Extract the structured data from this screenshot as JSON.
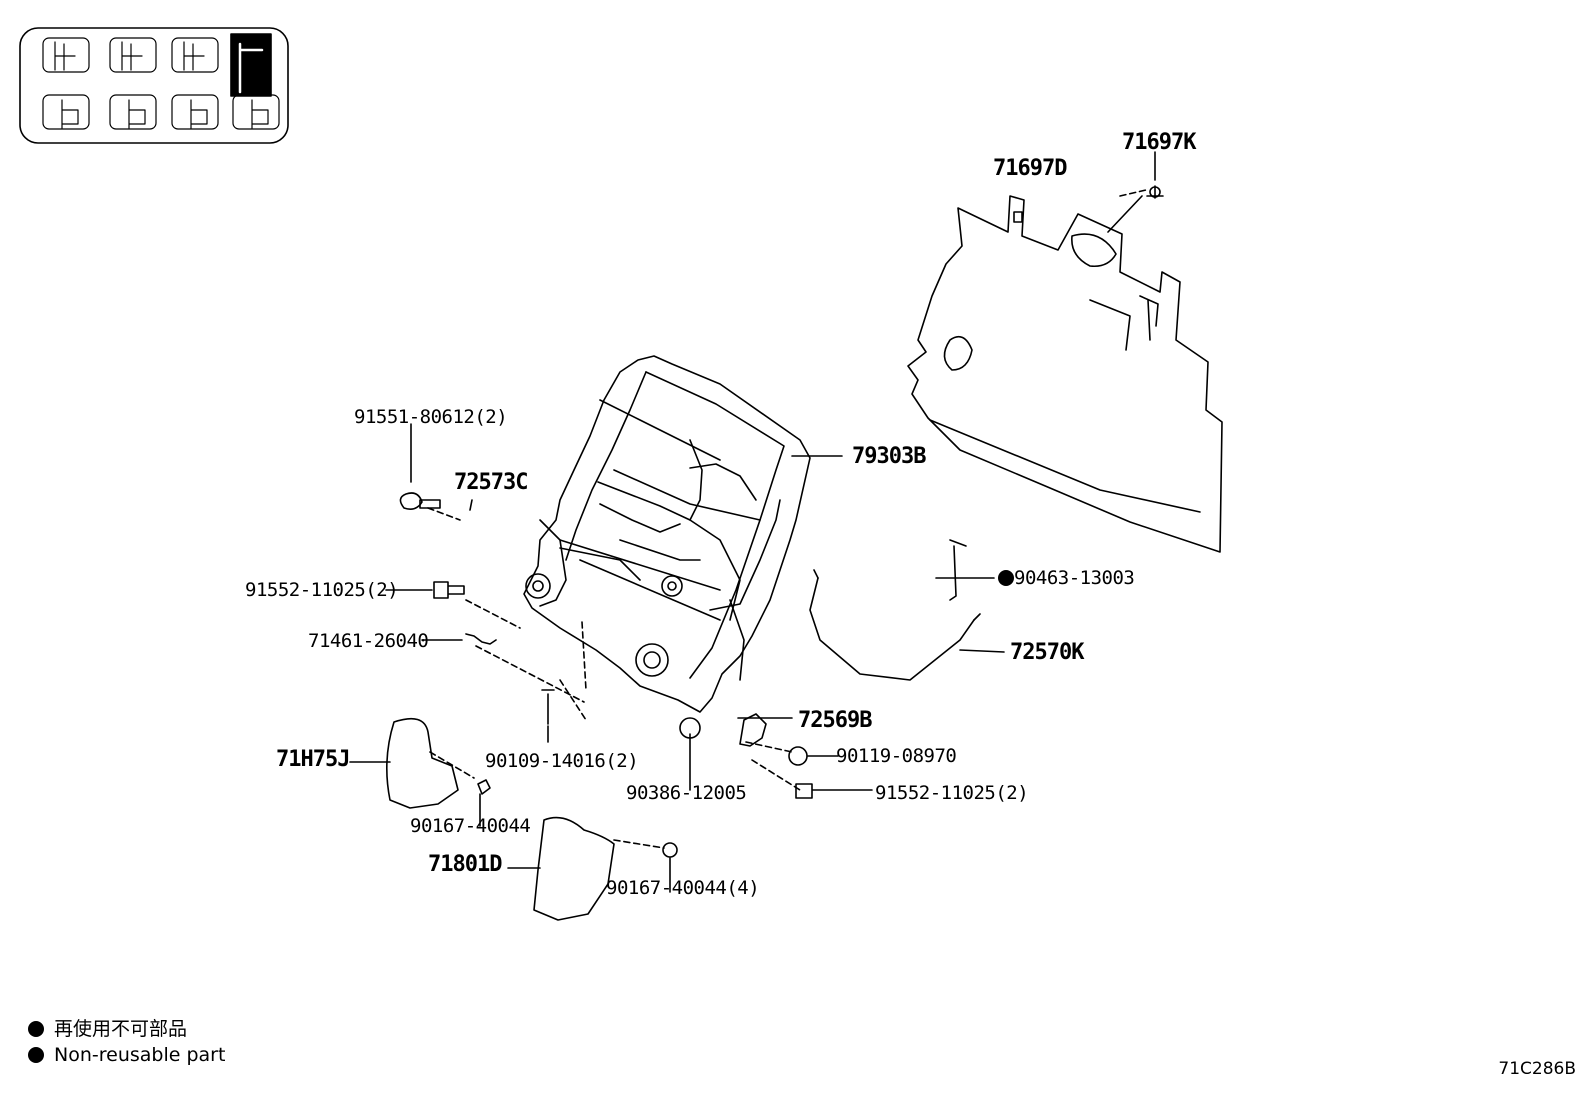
{
  "labels": {
    "p71697K": "71697K",
    "p71697D": "71697D",
    "p91551": "91551-80612(2)",
    "p72573C": "72573C",
    "p79303B": "79303B",
    "p90463": "90463-13003",
    "p91552a": "91552-11025(2)",
    "p71461": "71461-26040",
    "p72570K": "72570K",
    "p72569B": "72569B",
    "p71H75J": "71H75J",
    "p90119": "90119-08970",
    "p90109": "90109-14016(2)",
    "p90386": "90386-12005",
    "p91552b": "91552-11025(2)",
    "p90167a": "90167-40044",
    "p71801D": "71801D",
    "p90167b": "90167-40044(4)"
  },
  "legend": {
    "line1": "再使用不可部品",
    "line2": "Non-reusable part"
  },
  "reference_code": "71C286B",
  "colors": {
    "ink": "#000000",
    "background": "#ffffff"
  }
}
